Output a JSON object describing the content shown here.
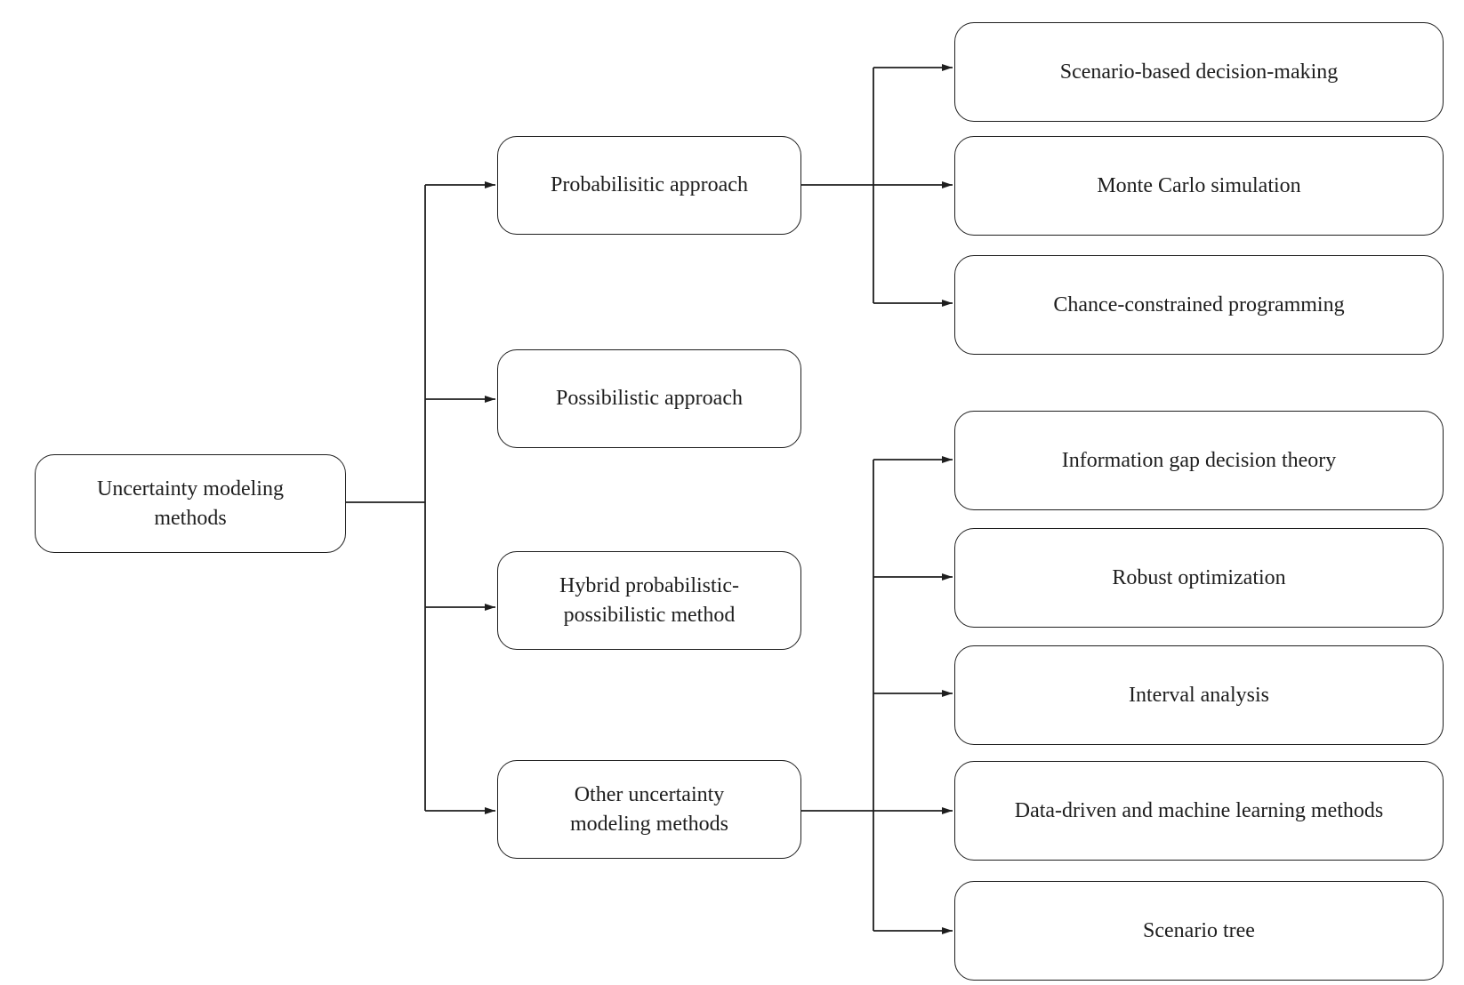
{
  "root": {
    "label_1": "Uncertainty modeling",
    "label_2": "methods"
  },
  "categories": {
    "probabilistic": {
      "label": "Probabilisitic approach"
    },
    "possibilistic": {
      "label": "Possibilistic approach"
    },
    "hybrid": {
      "label_1": "Hybrid probabilistic-",
      "label_2": "possibilistic method"
    },
    "other": {
      "label_1": "Other uncertainty",
      "label_2": "modeling methods"
    }
  },
  "probabilistic_methods": [
    "Scenario-based decision-making",
    "Monte Carlo simulation",
    "Chance-constrained programming"
  ],
  "other_methods": [
    "Information gap decision theory",
    "Robust optimization",
    "Interval analysis",
    "Data-driven and machine learning methods",
    "Scenario tree"
  ],
  "colors": {
    "stroke": "#1e1e1e",
    "background": "#ffffff"
  }
}
